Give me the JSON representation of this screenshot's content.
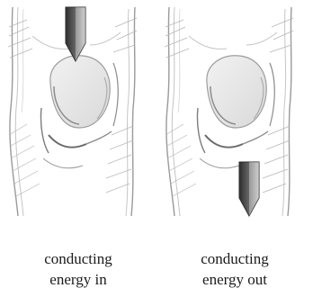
{
  "panels": [
    {
      "caption_line1": "conducting",
      "caption_line2": "energy in",
      "arrow_direction": "down",
      "arrow_position": "top"
    },
    {
      "caption_line1": "conducting",
      "caption_line2": "energy out",
      "arrow_direction": "down",
      "arrow_position": "bottom"
    }
  ],
  "colors": {
    "sketch": "#8a8a8a",
    "arrow_dark": "#3a3a3a",
    "arrow_light": "#bdbdbd"
  }
}
